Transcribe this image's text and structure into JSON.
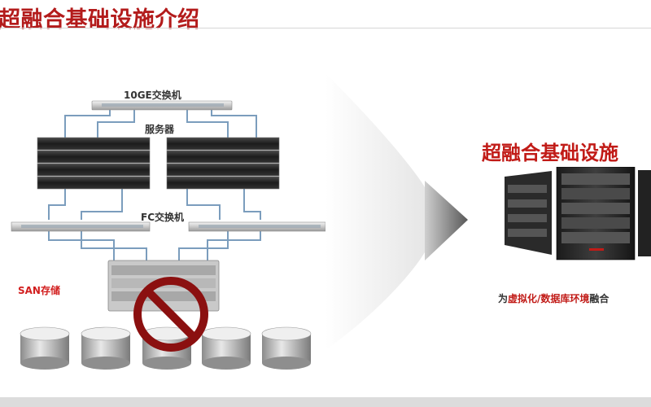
{
  "header": {
    "title": "超融合基础设施介绍"
  },
  "legacy": {
    "switch_10ge_label": "10GE交换机",
    "servers_label": "服务器",
    "fc_switch_label": "FC交换机",
    "san_label": "SAN存储"
  },
  "hyperconverged": {
    "title": "超融合基础设施",
    "caption_prefix": "为",
    "caption_highlight": "虚拟化/数据库环境",
    "caption_suffix": "融合"
  },
  "colors": {
    "brand_red": "#c11b17",
    "no_sign_red": "#8b1010",
    "link_blue": "#7b9dbd"
  },
  "icons": [
    "no-sign-icon",
    "chevron-arrow-icon",
    "server-rack-icon",
    "storage-disk-icon",
    "network-switch-icon"
  ]
}
